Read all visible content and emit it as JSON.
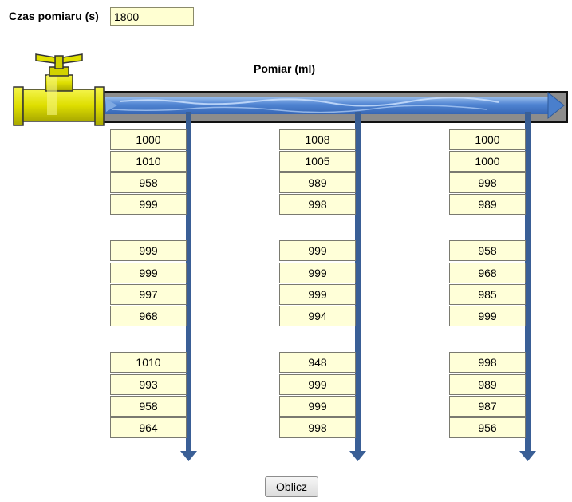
{
  "measurement_time": {
    "label": "Czas pomiaru (s)",
    "value": "1800"
  },
  "pipe": {
    "title": "Pomiar (ml)"
  },
  "columns": [
    {
      "groups": [
        [
          "1000",
          "1010",
          "958",
          "999"
        ],
        [
          "999",
          "999",
          "997",
          "968"
        ],
        [
          "1010",
          "993",
          "958",
          "964"
        ]
      ]
    },
    {
      "groups": [
        [
          "1008",
          "1005",
          "989",
          "998"
        ],
        [
          "999",
          "999",
          "999",
          "994"
        ],
        [
          "948",
          "999",
          "999",
          "998"
        ]
      ]
    },
    {
      "groups": [
        [
          "1000",
          "1000",
          "998",
          "989"
        ],
        [
          "958",
          "968",
          "985",
          "999"
        ],
        [
          "998",
          "989",
          "987",
          "956"
        ]
      ]
    }
  ],
  "actions": {
    "compute_label": "Oblicz"
  },
  "colors": {
    "faucet": "#e6e600",
    "pipe_shell": "#8c8c8c",
    "water": "#4a7fcc",
    "drain": "#3a5f96",
    "cell_bg": "#ffffd8"
  },
  "icons": {
    "faucet": "faucet-icon",
    "drain_arrow": "arrow-down-icon"
  }
}
